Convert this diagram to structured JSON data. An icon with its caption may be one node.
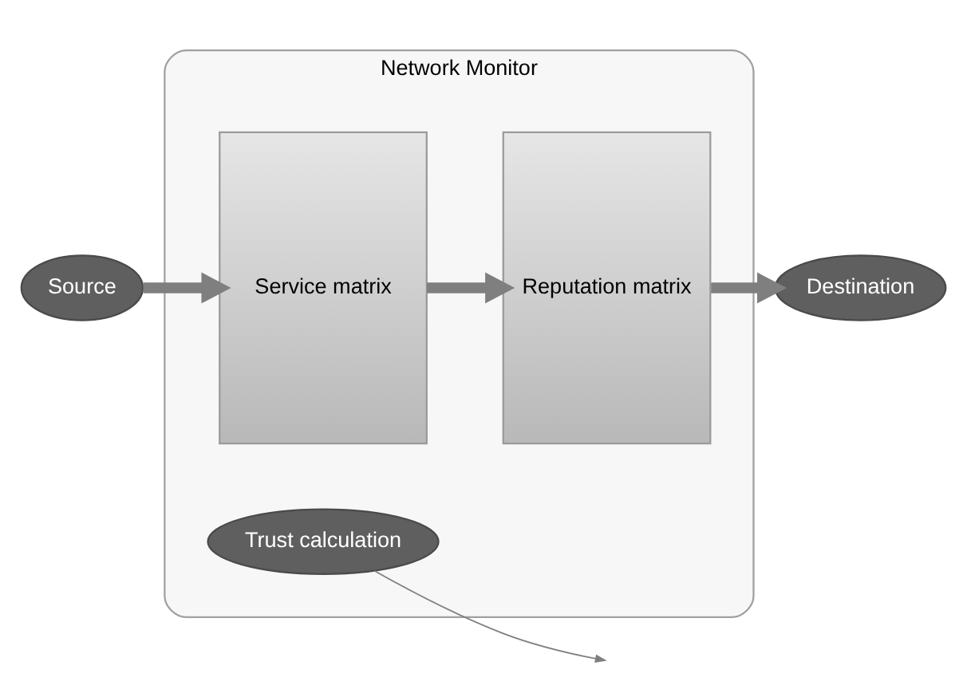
{
  "diagram": {
    "nodes": [
      {
        "text": [
          "Network Monitor"
        ]
      },
      {
        "text": [
          "Source"
        ]
      },
      {
        "text": [
          "Service matrix"
        ],
        "in": 0
      },
      {
        "text": [
          "Reputation matrix"
        ],
        "in": 0
      },
      {
        "text": [
          "Destination"
        ]
      },
      {
        "text": [
          "Trust calculation"
        ],
        "in": 0
      }
    ],
    "edges": [
      {
        "from": 1,
        "to": 2,
        "arrow": "to"
      },
      {
        "from": 2,
        "to": 3,
        "arrow": "to"
      },
      {
        "from": 3,
        "to": 4,
        "arrow": "to"
      },
      {
        "from": 5,
        "to": null,
        "arrow": "to"
      }
    ]
  }
}
